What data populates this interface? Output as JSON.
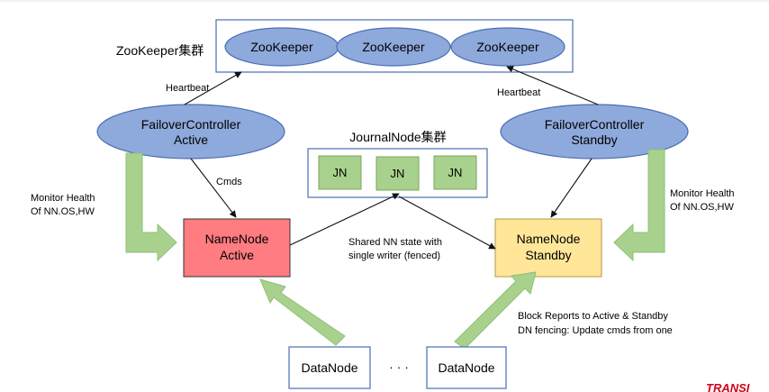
{
  "zookeeper": {
    "cluster_label": "ZooKeeper集群",
    "nodes": [
      "ZooKeeper",
      "ZooKeeper",
      "ZooKeeper"
    ]
  },
  "controllers": {
    "active": {
      "line1": "FailoverController",
      "line2": "Active"
    },
    "standby": {
      "line1": "FailoverController",
      "line2": "Standby"
    }
  },
  "heartbeat_left": "Heartbeat",
  "heartbeat_right": "Heartbeat",
  "cmds": "Cmds",
  "monitor_left": {
    "line1": "Monitor Health",
    "line2": "Of NN.OS,HW"
  },
  "monitor_right": {
    "line1": "Monitor Health",
    "line2": "Of NN.OS,HW"
  },
  "journal": {
    "cluster_label": "JournalNode集群",
    "nodes": [
      "JN",
      "JN",
      "JN"
    ]
  },
  "namenodes": {
    "active": {
      "line1": "NameNode",
      "line2": "Active"
    },
    "standby": {
      "line1": "NameNode",
      "line2": "Standby"
    }
  },
  "shared_state": {
    "line1": "Shared NN state with",
    "line2": "single writer (fenced)"
  },
  "block_reports": {
    "line1": "Block Reports to Active & Standby",
    "line2": "DN fencing: Update cmds from one"
  },
  "datanodes": [
    "DataNode",
    "DataNode"
  ],
  "ellipsis": "· · ·",
  "watermark": "TRANSI",
  "colors": {
    "ellipse_fill": "#8ea9db",
    "ellipse_stroke": "#4a6fb5",
    "jn_fill": "#a9d18e",
    "nn_active_fill": "#ff7c80",
    "nn_standby_fill": "#ffe699",
    "green_arrow": "#a9d18e",
    "watermark": "#d0021b"
  }
}
